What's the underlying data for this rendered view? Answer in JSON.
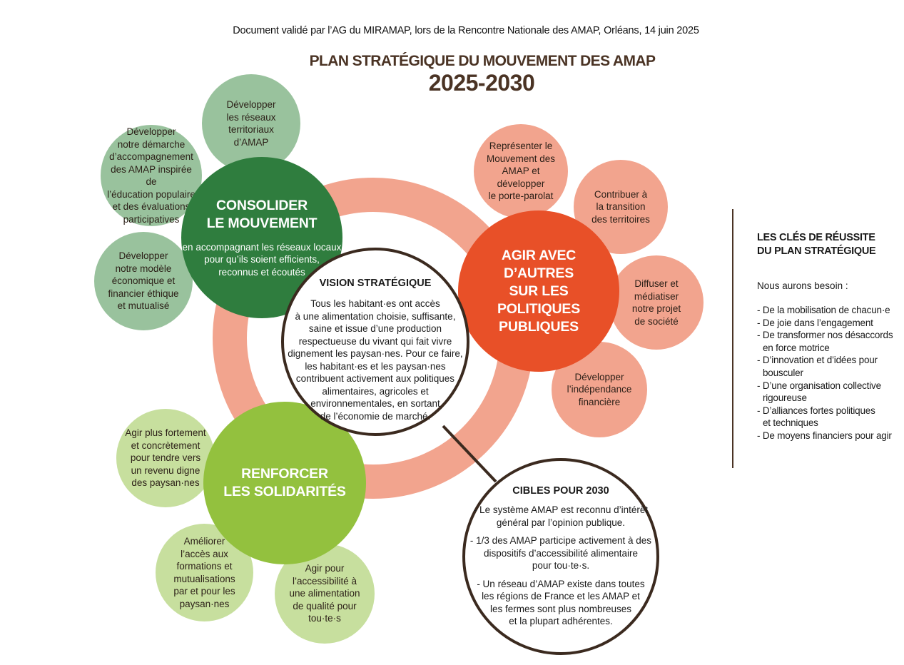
{
  "header": {
    "validation_note": "Document validé par l’AG du MIRAMAP, lors de la Rencontre Nationale des AMAP, Orléans, 14 juin 2025",
    "title": "PLAN STRATÉGIQUE DU MOUVEMENT DES AMAP",
    "years": "2025-2030"
  },
  "colors": {
    "dark_green": "#2f7d3e",
    "light_green": "#99c29d",
    "orange_red": "#e85028",
    "salmon": "#f2a48e",
    "lime": "#93c13e",
    "pale_lime": "#c7df9e",
    "brown": "#3b2a1f"
  },
  "axes": {
    "consolider": {
      "title_line1": "CONSOLIDER",
      "title_line2": "LE MOUVEMENT",
      "desc_line1": "en accompagnant les réseaux locaux",
      "desc_line2": "pour qu’ils soient efficients,",
      "desc_line3": "reconnus et écoutés"
    },
    "agir": {
      "title_line1": "AGIR AVEC",
      "title_line2": "D’AUTRES",
      "title_line3": "SUR LES",
      "title_line4": "POLITIQUES",
      "title_line5": "PUBLIQUES"
    },
    "renforcer": {
      "title_line1": "RENFORCER",
      "title_line2": "LES SOLIDARITÉS"
    }
  },
  "satellites": {
    "green": [
      [
        "Développer",
        "les réseaux",
        "territoriaux",
        "d’AMAP"
      ],
      [
        "Développer",
        "notre démarche",
        "d’accompagnement",
        "des AMAP inspirée de",
        "l’éducation populaire",
        "et des évaluations",
        "participatives"
      ],
      [
        "Développer",
        "notre modèle",
        "économique et",
        "financier éthique",
        "et mutualisé"
      ]
    ],
    "salmon": [
      [
        "Représenter le",
        "Mouvement des",
        "AMAP et développer",
        "le porte-parolat"
      ],
      [
        "Contribuer à",
        "la transition",
        "des territoires"
      ],
      [
        "Diffuser et",
        "médiatiser",
        "notre projet",
        "de société"
      ],
      [
        "Développer",
        "l’indépendance",
        "financière"
      ]
    ],
    "lime": [
      [
        "Agir plus fortement",
        "et concrètement",
        "pour tendre vers",
        "un revenu digne",
        "des paysan·nes"
      ],
      [
        "Améliorer",
        "l’accès aux",
        "formations et",
        "mutualisations",
        "par et pour les",
        "paysan·nes"
      ],
      [
        "Agir pour",
        "l’accessibilité à",
        "une alimentation",
        "de qualité pour",
        "tou·te·s"
      ]
    ]
  },
  "vision": {
    "title": "VISION STRATÉGIQUE",
    "lines": [
      "Tous les habitant·es ont accès",
      "à une alimentation choisie, suffisante,",
      "saine et issue d’une production",
      "respectueuse du vivant qui fait vivre",
      "dignement les paysan·nes. Pour ce faire,",
      "les habitant·es et les paysan·nes",
      "contribuent activement aux politiques",
      "alimentaires, agricoles et",
      "environnementales, en sortant",
      "de l’économie de marché."
    ]
  },
  "cibles": {
    "title": "CIBLES POUR 2030",
    "items": [
      [
        "- Le système AMAP est reconnu d’intérêt",
        "général par l’opinion publique."
      ],
      [
        "- 1/3 des AMAP participe activement à des",
        "dispositifs d’accessibilité alimentaire",
        "pour tou·te·s."
      ],
      [
        "- Un réseau d’AMAP existe dans toutes",
        "les régions de France et les AMAP et",
        "les fermes sont plus nombreuses",
        "et la plupart adhérentes."
      ]
    ]
  },
  "sidebar": {
    "title_line1": "LES CLÉS DE RÉUSSITE",
    "title_line2": "DU PLAN STRATÉGIQUE",
    "intro": "Nous aurons besoin :",
    "items": [
      [
        "- De la mobilisation de chacun·e"
      ],
      [
        "- De joie dans l’engagement"
      ],
      [
        "- De transformer nos désaccords",
        "en force motrice"
      ],
      [
        "- D’innovation et d’idées pour",
        "bousculer"
      ],
      [
        "- D’une organisation collective",
        "rigoureuse"
      ],
      [
        "- D’alliances fortes politiques",
        "et techniques"
      ],
      [
        "- De moyens financiers pour agir"
      ]
    ]
  }
}
